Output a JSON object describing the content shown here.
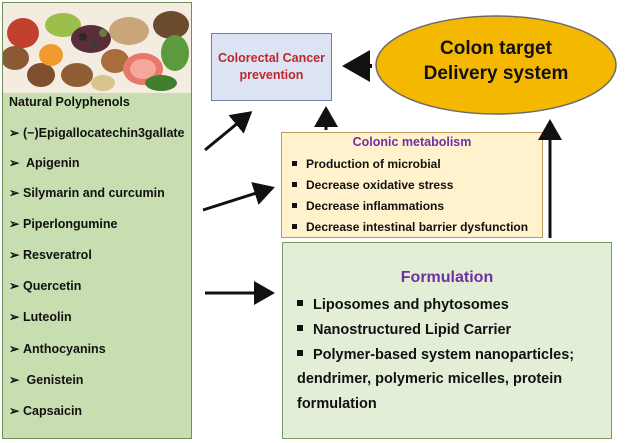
{
  "left_panel": {
    "title": "Natural Polyphenols",
    "items": [
      "(−)Epigallocatechin3gallate",
      "Apigenin",
      "Silymarin and curcumin",
      "Piperlongumine",
      "Resveratrol",
      "Quercetin",
      "Luteolin",
      "Anthocyanins",
      "Genistein",
      "Capsaicin"
    ],
    "bullet_glyph": "➢"
  },
  "crc_box": {
    "text": "Colorectal Cancer\nprevention",
    "color": "#c0272d"
  },
  "colon_target": {
    "text": "Colon target\nDelivery system",
    "fill": "#f5b800"
  },
  "colonic_metabolism": {
    "title": "Colonic metabolism",
    "items": [
      "Production of microbial",
      "Decrease oxidative stress",
      "Decrease inflammations",
      "Decrease intestinal barrier dysfunction"
    ]
  },
  "formulation": {
    "title": "Formulation",
    "items": [
      "Liposomes and phytosomes",
      "Nanostructured Lipid Carrier",
      "Polymer-based system nanoparticles;"
    ],
    "continuation": [
      "dendrimer, polymeric micelles, protein",
      "formulation"
    ]
  },
  "colors": {
    "left_panel_fill": "#c8deb0",
    "crc_fill": "#dce4f3",
    "metab_fill": "#fff2cc",
    "form_fill": "#e2efd6",
    "title_purple": "#7030a0"
  }
}
